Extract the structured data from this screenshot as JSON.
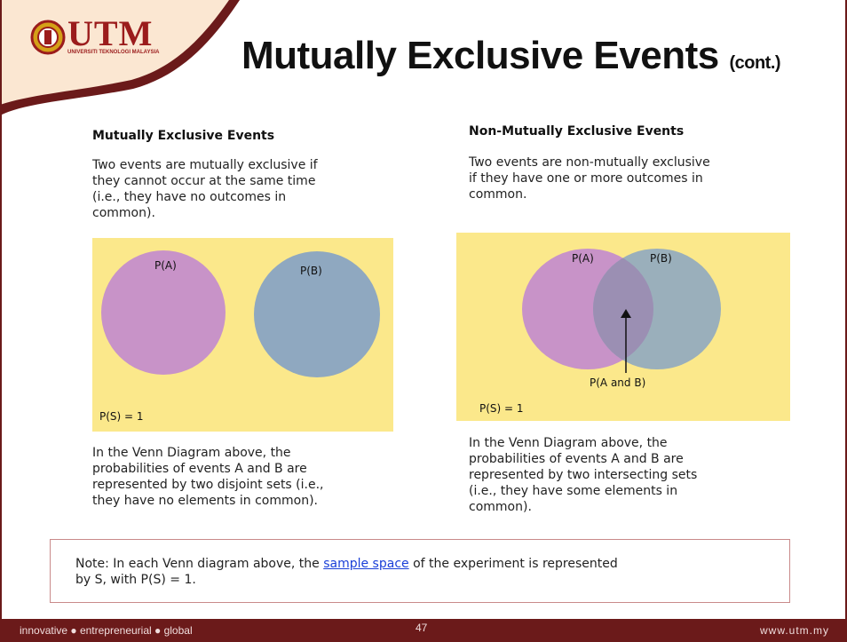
{
  "header": {
    "logo_text": "UTM",
    "logo_subtext": "UNIVERSITI TEKNOLOGI MALAYSIA",
    "title": "Mutually Exclusive Events",
    "title_suffix": "(cont.)"
  },
  "left": {
    "heading": "Mutually Exclusive Events",
    "description_lines": [
      "Two events are mutually exclusive if",
      "they cannot occur at the same time",
      "(i.e., they have no outcomes in",
      "common)."
    ],
    "label_a": "P(A)",
    "label_b": "P(B)",
    "label_s": "P(S) = 1",
    "caption_lines": [
      "In the Venn Diagram above, the",
      "probabilities of events A and B are",
      "represented by two disjoint sets (i.e.,",
      "they have no elements in common)."
    ]
  },
  "right": {
    "heading": "Non-Mutually Exclusive Events",
    "description_lines": [
      "Two events are non-mutually exclusive",
      "if they have one or more outcomes in",
      "common."
    ],
    "label_a": "P(A)",
    "label_b": "P(B)",
    "label_ab": "P(A and B)",
    "label_s": "P(S) = 1",
    "caption_lines": [
      "In the Venn Diagram above, the",
      "probabilities of events A and B are",
      "represented by two intersecting sets",
      "(i.e., they have some elements in",
      "common)."
    ]
  },
  "note": {
    "prefix": "Note: In each Venn diagram above, the",
    "link": "sample space",
    "suffix": "of the experiment is represented",
    "line2": "by S, with P(S) = 1."
  },
  "footer": {
    "tagline": "innovative ● entrepreneurial ● global",
    "page_number": "47",
    "website": "www.utm.my"
  },
  "colors": {
    "brand": "#6b1a1a",
    "venn_background": "#fbe88b",
    "set_a": "#c893c8",
    "set_b": "#8fa8c0",
    "link": "#1a3fd8"
  }
}
